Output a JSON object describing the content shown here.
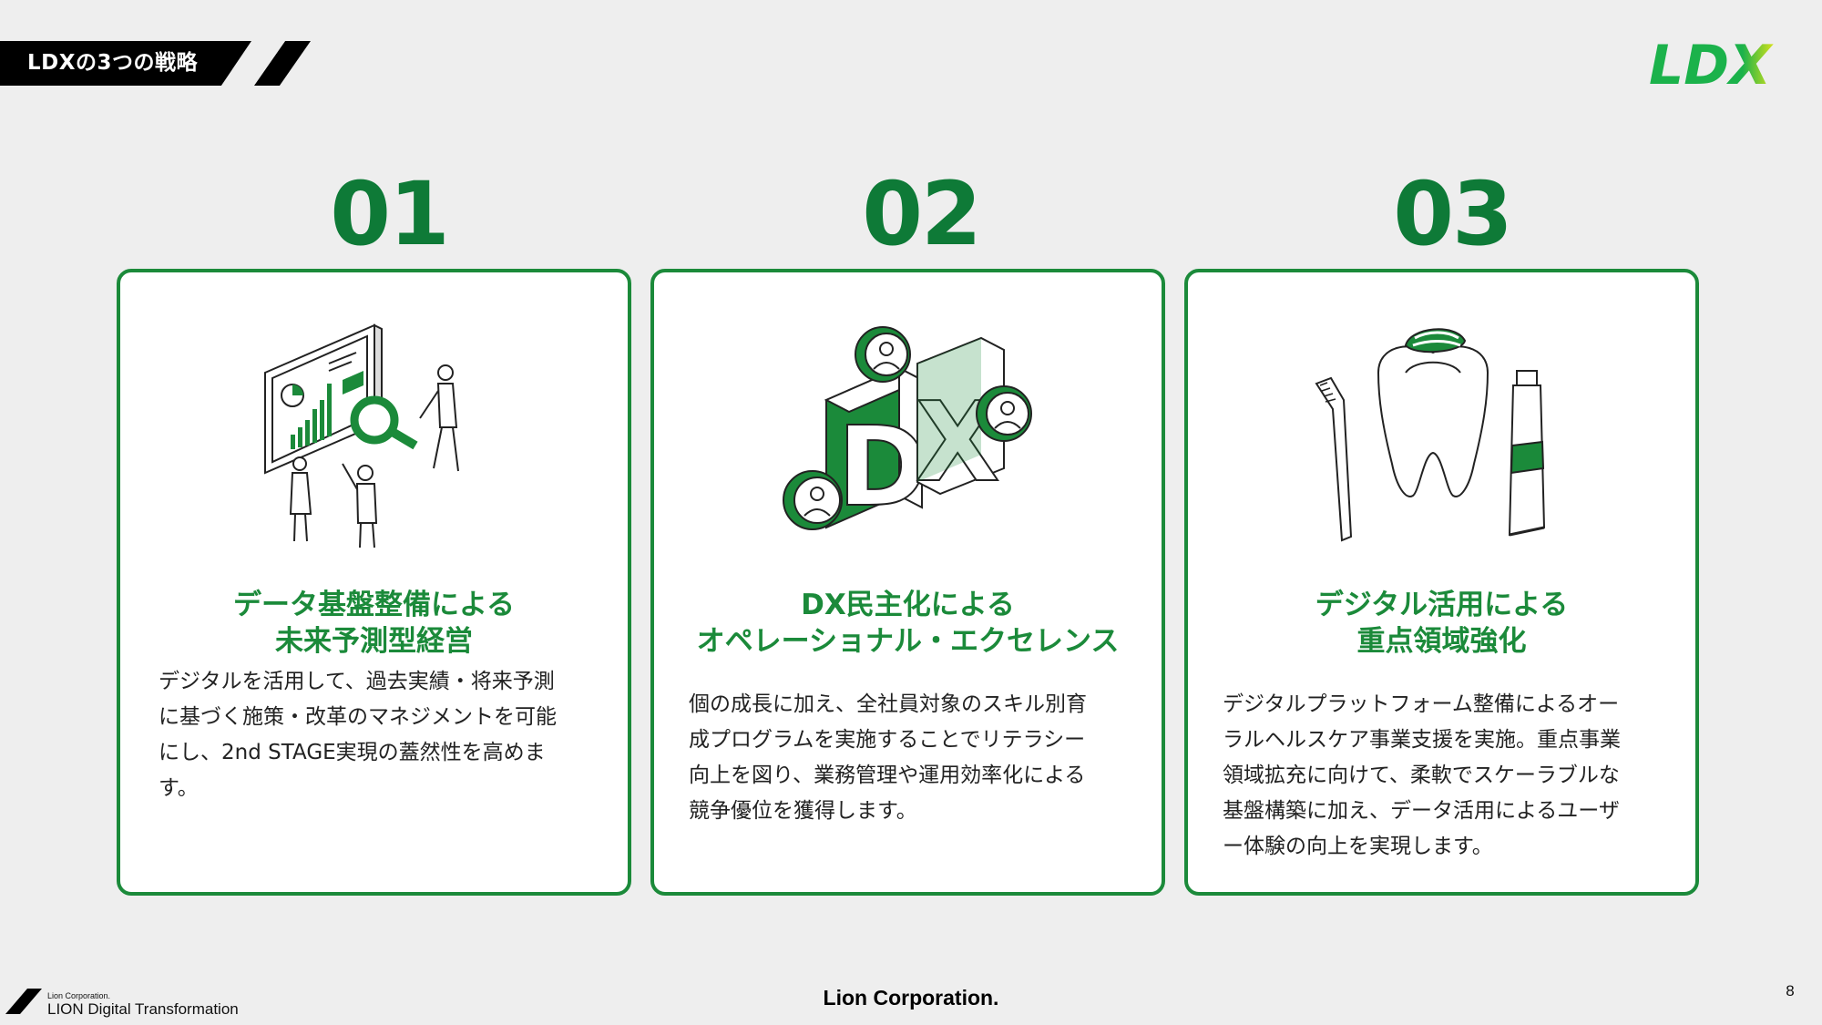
{
  "header": {
    "title": "LDXの3つの戦略",
    "logo_text": "LDX"
  },
  "colors": {
    "brand_green": "#1b8a3a",
    "number_green": "#0e7a37",
    "logo_yellow": "#d6e21a"
  },
  "strategies": [
    {
      "number": "01",
      "heading": [
        "データ基盤整備による",
        "未来予測型経営"
      ],
      "body": [
        "デジタルを活用して、過去実績・将来予測",
        "に基づく施策・改革のマネジメントを可能",
        "にし、2nd STAGE実現の蓋然性を高めま",
        "す。"
      ],
      "illustration": "data-analysis-people-icon"
    },
    {
      "number": "02",
      "heading": [
        "DX民主化による",
        "オペレーショナル・エクセレンス"
      ],
      "body": [
        "個の成長に加え、全社員対象のスキル別育",
        "成プログラムを実施することでリテラシー",
        "向上を図り、業務管理や運用効率化による",
        "競争優位を獲得します。"
      ],
      "illustration": "dx-blocks-people-icon"
    },
    {
      "number": "03",
      "heading": [
        "デジタル活用による",
        "重点領域強化"
      ],
      "body": [
        "デジタルプラットフォーム整備によるオー",
        "ラルヘルスケア事業支援を実施。重点事業",
        "領域拡充に向けて、柔軟でスケーラブルな",
        "基盤構築に加え、データ活用によるユーザ",
        "ー体験の向上を実現します。"
      ],
      "illustration": "toothbrush-tooth-toothpaste-icon"
    }
  ],
  "footer": {
    "company_small": "Lion Corporation.",
    "project_name": "LION Digital Transformation",
    "center_company": "Lion Corporation.",
    "page_number": "8"
  }
}
